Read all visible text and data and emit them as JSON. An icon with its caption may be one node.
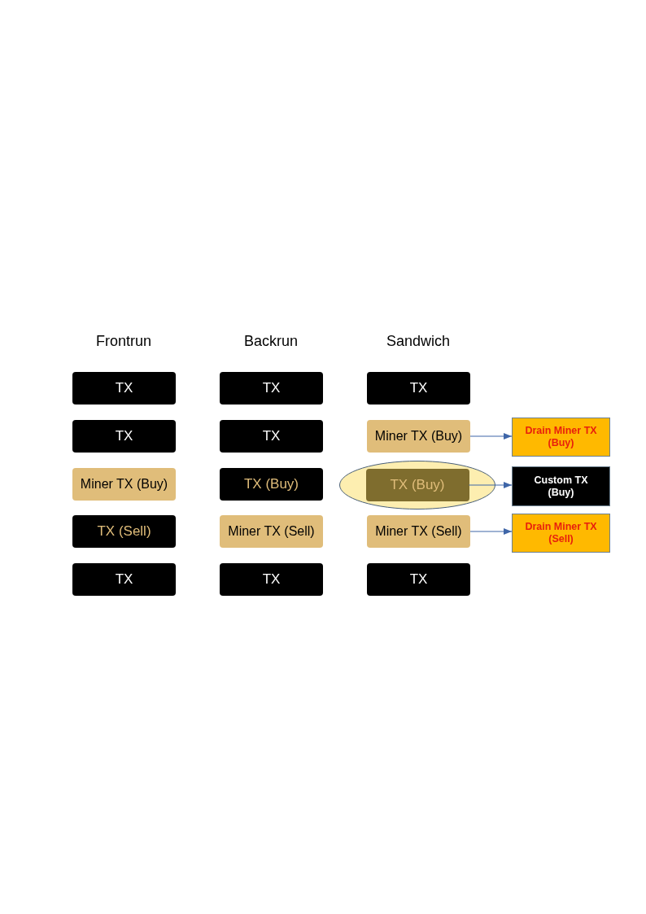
{
  "diagram": {
    "nodes": [
      {
        "text": [
          "TX"
        ]
      },
      {
        "text": [
          "TX"
        ]
      },
      {
        "text": [
          "Miner TX (Buy)"
        ]
      },
      {
        "text": [
          "TX (Sell)"
        ]
      },
      {
        "text": [
          "TX"
        ]
      },
      {
        "text": [
          "TX"
        ]
      },
      {
        "text": [
          "TX"
        ]
      },
      {
        "text": [
          "TX (Buy)"
        ]
      },
      {
        "text": [
          "Miner TX (Sell)"
        ]
      },
      {
        "text": [
          "TX"
        ]
      },
      {
        "text": [
          "TX"
        ]
      },
      {
        "text": [
          "Miner TX (Buy)"
        ]
      },
      {
        "text": [],
        "shape": "ellipse"
      },
      {
        "text": [
          "TX (Buy)"
        ],
        "in": 12
      },
      {
        "text": [
          "Miner TX (Sell)"
        ]
      },
      {
        "text": [
          "TX"
        ]
      },
      {
        "text": [
          "Drain Miner TX (Buy)"
        ]
      },
      {
        "text": [
          "Custom TX (Buy)"
        ]
      },
      {
        "text": [
          "Drain Miner TX (Sell)"
        ]
      }
    ],
    "edges": [
      {
        "from": 11,
        "to": 16,
        "arrow": "to"
      },
      {
        "from": 13,
        "to": 17,
        "arrow": "to"
      },
      {
        "from": 14,
        "to": 18,
        "arrow": "to"
      }
    ],
    "labels": [
      "Frontrun",
      "Backrun",
      "Sandwich"
    ]
  }
}
